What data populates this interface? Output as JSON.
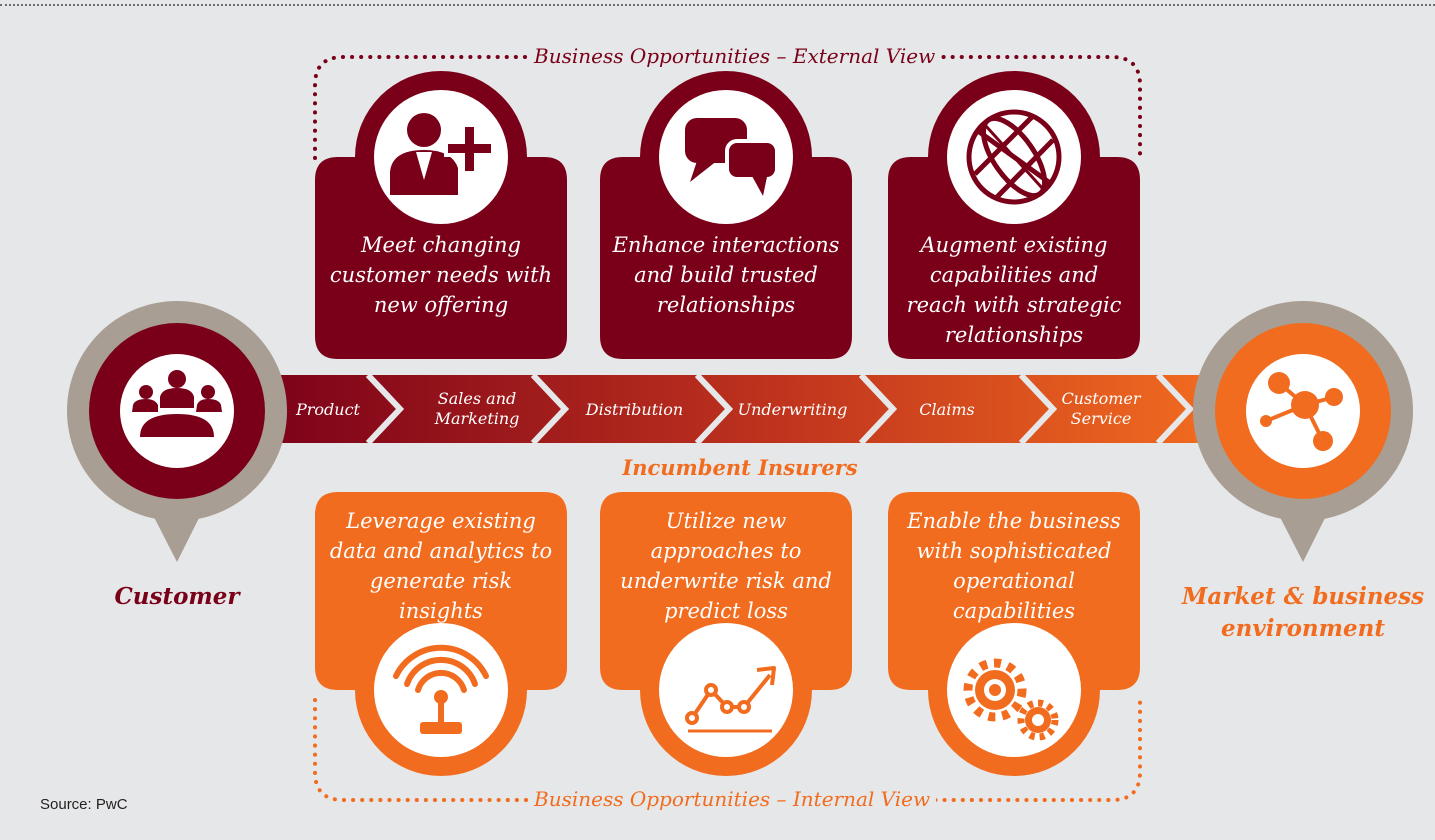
{
  "external_view": "Business Opportunities – External View",
  "internal_view": "Business Opportunities – Internal View",
  "external_cards": [
    {
      "icon": "add-user-icon",
      "text": "Meet changing customer needs with new offering"
    },
    {
      "icon": "speech-bubbles-icon",
      "text": "Enhance interactions and build trusted relationships"
    },
    {
      "icon": "globe-icon",
      "text": "Augment existing capabilities and reach with strategic relationships"
    }
  ],
  "internal_cards": [
    {
      "icon": "signal-antenna-icon",
      "text": "Leverage existing data and analytics to generate risk insights"
    },
    {
      "icon": "trend-chart-icon",
      "text": "Utilize new approaches to underwrite risk and predict loss"
    },
    {
      "icon": "gears-icon",
      "text": "Enable the business with sophisticated operational capabilities"
    }
  ],
  "value_chain": [
    "Product",
    "Sales and\nMarketing",
    "Distribution",
    "Underwriting",
    "Claims",
    "Customer\nService"
  ],
  "center_title": "Incumbent Insurers",
  "left_pin": {
    "label": "Customer",
    "icon": "customer-group-icon"
  },
  "right_pin": {
    "label": "Market & business environment",
    "icon": "network-nodes-icon"
  },
  "source": "Source: PwC",
  "colors": {
    "maroon": "#7a0019",
    "orange": "#f26c1f",
    "grey_pin": "#a89e94",
    "background": "#e6e7e8"
  }
}
